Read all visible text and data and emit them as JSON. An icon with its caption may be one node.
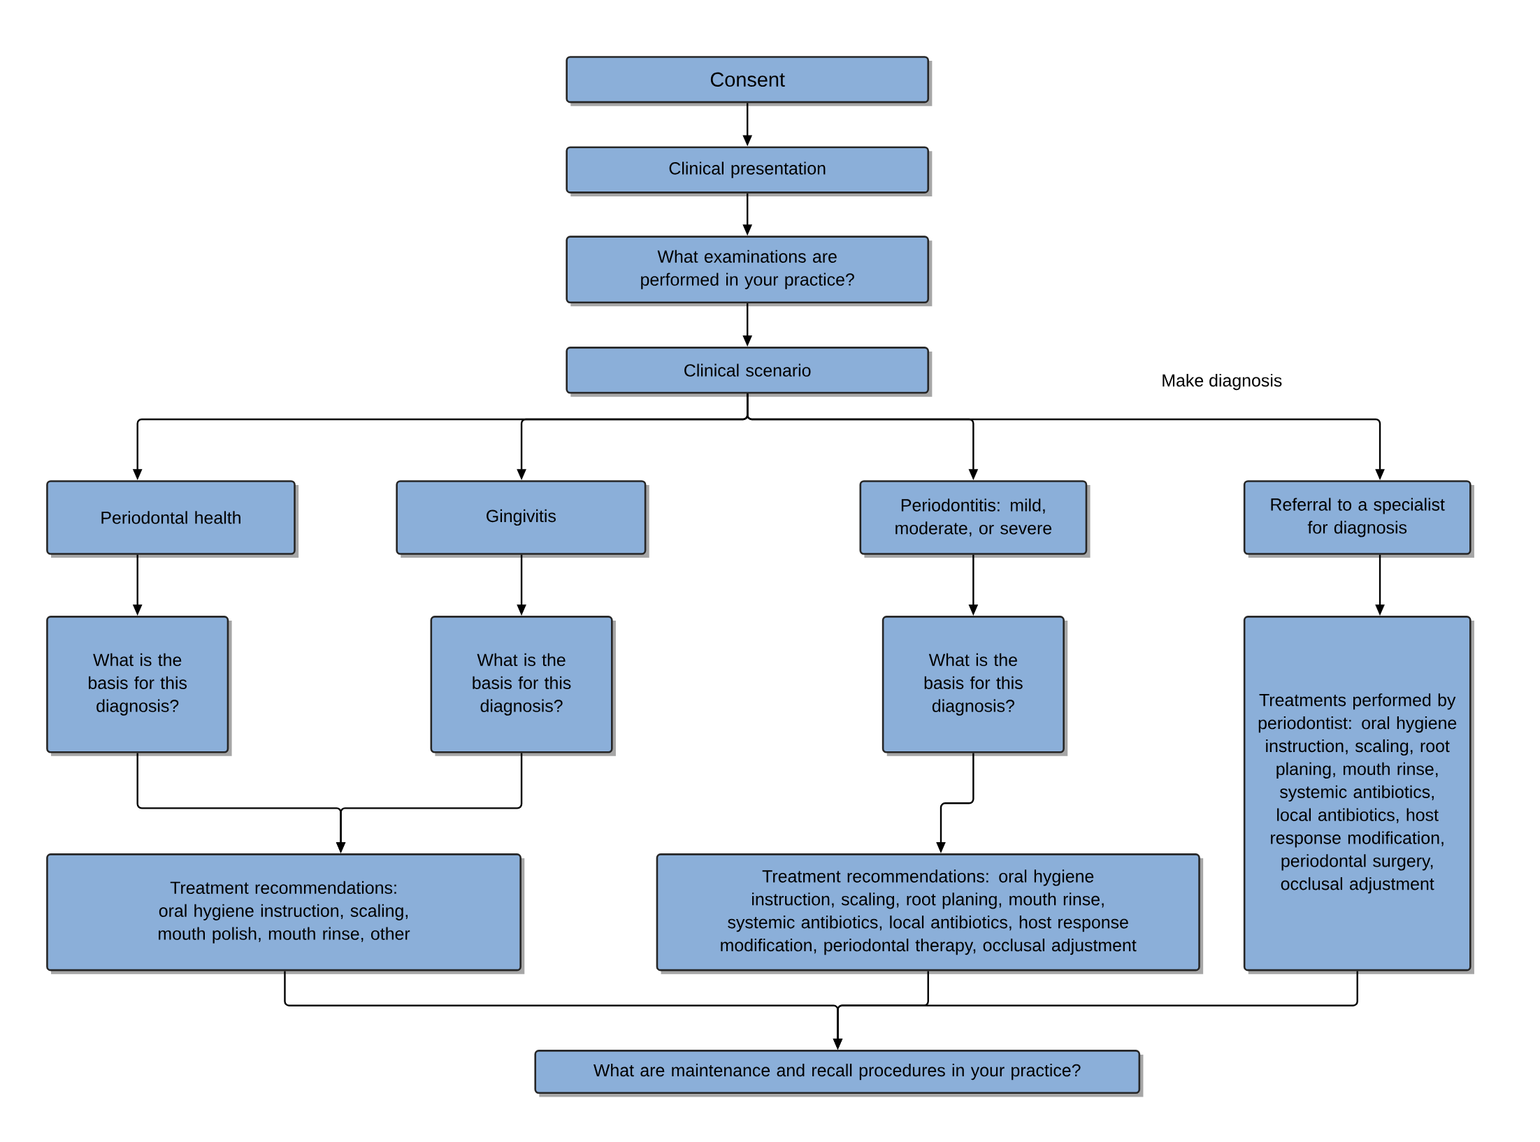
{
  "diagram": {
    "nodes": [
      {
        "text": [
          "Consent"
        ]
      },
      {
        "text": [
          "Clinical presentation"
        ]
      },
      {
        "text": [
          "What examinations are performed in your practice?"
        ]
      },
      {
        "text": [
          "Clinical scenario"
        ]
      },
      {
        "text": [
          "Periodontal health"
        ]
      },
      {
        "text": [
          "Gingivitis"
        ]
      },
      {
        "text": [
          "Periodontitis: mild, moderate, or severe"
        ]
      },
      {
        "text": [
          "Referral to a specialist for diagnosis"
        ]
      },
      {
        "text": [
          "What is the basis for this diagnosis?"
        ]
      },
      {
        "text": [
          "What is the basis for this diagnosis?"
        ]
      },
      {
        "text": [
          "What is the basis for this diagnosis?"
        ]
      },
      {
        "text": [
          "Treatments performed by periodontist: oral hygiene instruction, scaling, root planing, mouth rinse, systemic antibiotics, local antibiotics, host response modification, periodontal surgery, occlusal adjustment"
        ]
      },
      {
        "text": [
          "Treatment recommendations: oral hygiene instruction, scaling, mouth polish, mouth rinse, other"
        ]
      },
      {
        "text": [
          "Treatment recommendations: oral hygiene instruction, scaling, root planing, mouth rinse, systemic antibiotics, local antibiotics, host response modification, periodontal therapy, occlusal adjustment"
        ]
      },
      {
        "text": [
          "What are maintenance and recall procedures in your practice?"
        ]
      }
    ],
    "edges": [
      {
        "from": 0,
        "to": 1,
        "arrow": "to"
      },
      {
        "from": 1,
        "to": 2,
        "arrow": "to"
      },
      {
        "from": 2,
        "to": 3,
        "arrow": "to"
      },
      {
        "from": 3,
        "to": 4,
        "arrow": "to"
      },
      {
        "from": 3,
        "to": 5,
        "arrow": "to"
      },
      {
        "from": 3,
        "to": 6,
        "arrow": "to"
      },
      {
        "from": 3,
        "to": 7,
        "arrow": "to"
      },
      {
        "from": 4,
        "to": 8,
        "arrow": "to"
      },
      {
        "from": 5,
        "to": 9,
        "arrow": "to"
      },
      {
        "from": 6,
        "to": 10,
        "arrow": "to"
      },
      {
        "from": 7,
        "to": 11,
        "arrow": "to"
      },
      {
        "from": 8,
        "to": 12,
        "arrow": "to"
      },
      {
        "from": 9,
        "to": 12,
        "arrow": "to"
      },
      {
        "from": 10,
        "to": 13,
        "arrow": "to"
      },
      {
        "from": 12,
        "to": 14,
        "arrow": "to"
      },
      {
        "from": 13,
        "to": 14,
        "arrow": "to"
      },
      {
        "from": 11,
        "to": 14,
        "arrow": "to"
      }
    ],
    "labels": [
      "Make diagnosis"
    ]
  }
}
